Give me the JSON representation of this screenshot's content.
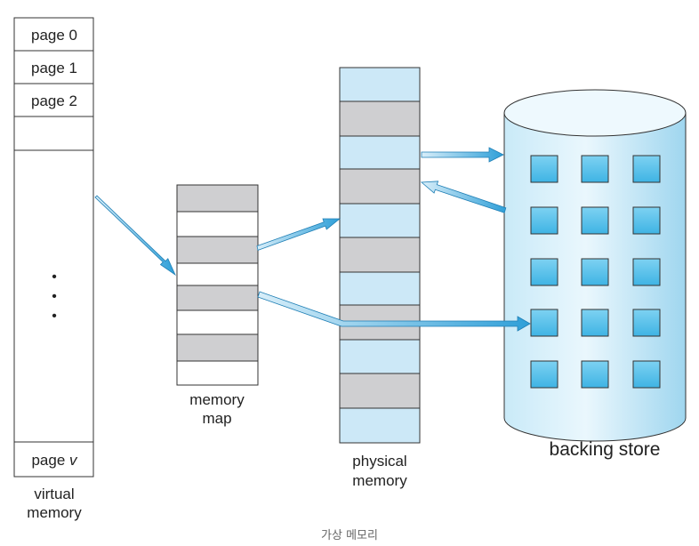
{
  "virtual_memory": {
    "pages": [
      "page 0",
      "page 1",
      "page 2"
    ],
    "last_page": {
      "prefix": "page ",
      "var": "v"
    },
    "ellipsis": "•",
    "label": [
      "virtual",
      "memory"
    ]
  },
  "memory_map": {
    "label": [
      "memory",
      "map"
    ]
  },
  "physical_memory": {
    "label": [
      "physical",
      "memory"
    ]
  },
  "backing_store": {
    "label": "backing store"
  },
  "caption": "가상 메모리",
  "colors": {
    "cell_gray": "#cfcfd1",
    "cell_light_blue": "#cce8f7",
    "cylinder_light": "#e4f4fc",
    "cylinder_mid": "#b6e0f4",
    "square_blue": "#5cc4ec",
    "arrow_blue": "#3fa9dc",
    "outline": "#333333"
  }
}
